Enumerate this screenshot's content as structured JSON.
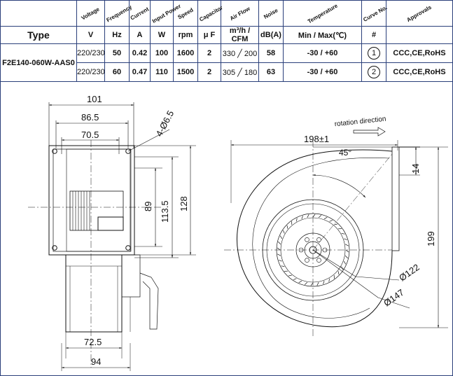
{
  "table": {
    "headers": [
      "Voltage",
      "Frequency",
      "Current",
      "Input Power",
      "Speed",
      "Capacitor",
      "Air Flow",
      "Noise",
      "Temperature",
      "Curve No.",
      "Approvals"
    ],
    "units": {
      "type": "Type",
      "voltage": "V",
      "frequency": "Hz",
      "current": "A",
      "power": "W",
      "speed": "rpm",
      "capacitor": "μ F",
      "airflow": "m³/h / CFM",
      "noise": "dB(A)",
      "temperature": "Min / Max(℃)",
      "curve": "#"
    },
    "model": "F2E140-060W-AAS0",
    "rows": [
      {
        "voltage": "220/230",
        "frequency": "50",
        "current": "0.42",
        "power": "100",
        "speed": "1600",
        "capacitor": "2",
        "airflow": "330 ╱ 200",
        "noise": "58",
        "temperature": "-30 / +60",
        "curve": "1",
        "approvals": "CCC,CE,RoHS"
      },
      {
        "voltage": "220/230",
        "frequency": "60",
        "current": "0.47",
        "power": "110",
        "speed": "1500",
        "capacitor": "2",
        "airflow": "305 ╱ 180",
        "noise": "63",
        "temperature": "-30 / +60",
        "curve": "2",
        "approvals": "CCC,CE,RoHS"
      }
    ]
  },
  "drawing": {
    "dim_101": "101",
    "dim_86_5": "86.5",
    "dim_70_5": "70.5",
    "dim_holes": "4-Ø6.5",
    "dim_89": "89",
    "dim_113_5": "113.5",
    "dim_128": "128",
    "dim_72_5": "72.5",
    "dim_94": "94",
    "rotation_label": "rotation direction",
    "dim_198": "198±1",
    "dim_45": "45°",
    "dim_14": "14",
    "dim_199": "199",
    "dim_122": "Ø122",
    "dim_147": "Ø147"
  }
}
